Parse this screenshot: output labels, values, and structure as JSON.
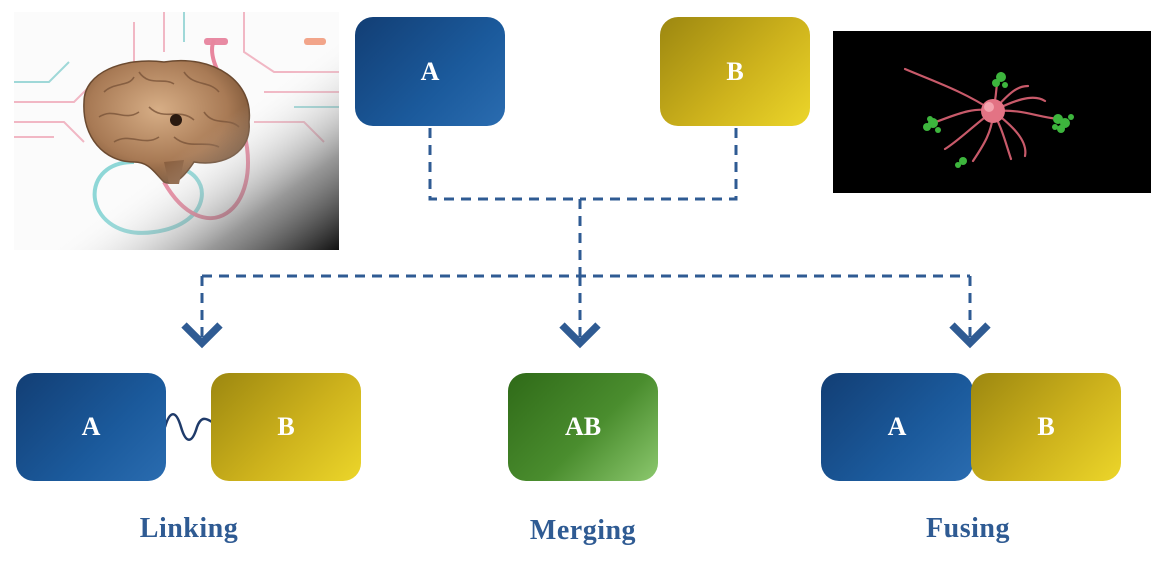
{
  "sources": {
    "a_label": "A",
    "b_label": "B"
  },
  "results": {
    "linking": {
      "a_label": "A",
      "b_label": "B",
      "caption": "Linking"
    },
    "merging": {
      "ab_label": "AB",
      "caption": "Merging"
    },
    "fusing": {
      "a_label": "A",
      "b_label": "B",
      "caption": "Fusing"
    }
  },
  "colors": {
    "blue": "#1b5a9c",
    "yellow": "#cdb21c",
    "green": "#4a8d2e",
    "connector": "#2f5b93"
  },
  "images": {
    "left": "brain-illustration",
    "right": "neuron-illustration"
  }
}
